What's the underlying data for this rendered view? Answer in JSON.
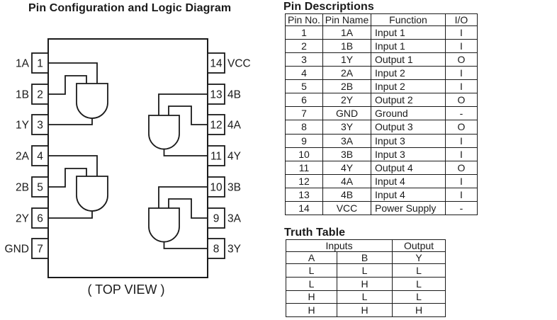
{
  "colors": {
    "ink": "#1a1a1a",
    "background": "#ffffff"
  },
  "diagram": {
    "title": "Pin Configuration and Logic Diagram",
    "caption": "( TOP VIEW )",
    "left_pins": [
      {
        "number": "1",
        "label": "1A"
      },
      {
        "number": "2",
        "label": "1B"
      },
      {
        "number": "3",
        "label": "1Y"
      },
      {
        "number": "4",
        "label": "2A"
      },
      {
        "number": "5",
        "label": "2B"
      },
      {
        "number": "6",
        "label": "2Y"
      },
      {
        "number": "7",
        "label": "GND"
      }
    ],
    "right_pins": [
      {
        "number": "14",
        "label": "VCC"
      },
      {
        "number": "13",
        "label": "4B"
      },
      {
        "number": "12",
        "label": "4A"
      },
      {
        "number": "11",
        "label": "4Y"
      },
      {
        "number": "10",
        "label": "3B"
      },
      {
        "number": "9",
        "label": "3A"
      },
      {
        "number": "8",
        "label": "3Y"
      }
    ]
  },
  "pin_descriptions": {
    "heading": "Pin Descriptions",
    "columns": [
      "Pin No.",
      "Pin Name",
      "Function",
      "I/O"
    ],
    "rows": [
      [
        "1",
        "1A",
        "Input 1",
        "I"
      ],
      [
        "2",
        "1B",
        "Input 1",
        "I"
      ],
      [
        "3",
        "1Y",
        "Output 1",
        "O"
      ],
      [
        "4",
        "2A",
        "Input 2",
        "I"
      ],
      [
        "5",
        "2B",
        "Input 2",
        "I"
      ],
      [
        "6",
        "2Y",
        "Output 2",
        "O"
      ],
      [
        "7",
        "GND",
        "Ground",
        "-"
      ],
      [
        "8",
        "3Y",
        "Output 3",
        "O"
      ],
      [
        "9",
        "3A",
        "Input 3",
        "I"
      ],
      [
        "10",
        "3B",
        "Input 3",
        "I"
      ],
      [
        "11",
        "4Y",
        "Output 4",
        "O"
      ],
      [
        "12",
        "4A",
        "Input 4",
        "I"
      ],
      [
        "13",
        "4B",
        "Input 4",
        "I"
      ],
      [
        "14",
        "VCC",
        "Power Supply",
        "-"
      ]
    ]
  },
  "truth_table": {
    "heading": "Truth Table",
    "group_headers": [
      "Inputs",
      "Output"
    ],
    "columns": [
      "A",
      "B",
      "Y"
    ],
    "rows": [
      [
        "L",
        "L",
        "L"
      ],
      [
        "L",
        "H",
        "L"
      ],
      [
        "H",
        "L",
        "L"
      ],
      [
        "H",
        "H",
        "H"
      ]
    ]
  }
}
